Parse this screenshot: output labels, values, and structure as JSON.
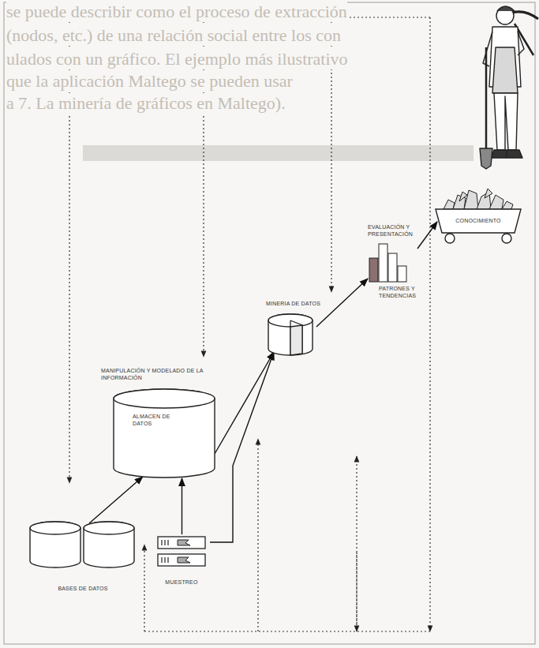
{
  "diagram": {
    "nodes": [
      {
        "text": [
          "BASES DE DATOS"
        ]
      },
      {
        "text": [
          "MUESTREO"
        ]
      },
      {
        "text": [
          "MANIPULACIÓN Y MODELADO DE LA INFORMACIÓN",
          "ALMACEN DE DATOS"
        ]
      },
      {
        "text": [
          "MINERIA DE DATOS"
        ]
      },
      {
        "text": [
          "EVALUACIÓN Y PRESENTACIÓN",
          "PATRONES Y TENDENCIAS"
        ]
      },
      {
        "text": [
          "CONOCIMIENTO"
        ]
      }
    ],
    "edges": [
      {
        "from": 0,
        "to": 2,
        "arrow": "to"
      },
      {
        "from": 1,
        "to": 2,
        "arrow": "to"
      },
      {
        "from": 2,
        "to": 3,
        "arrow": "to"
      },
      {
        "from": 1,
        "to": 3,
        "arrow": "to"
      },
      {
        "from": 3,
        "to": 4,
        "arrow": "to"
      },
      {
        "from": 4,
        "to": 5,
        "arrow": "to"
      }
    ],
    "labels": [
      "se puede describir como el proceso de extracción",
      "(nodos, etc.) de una relación social entre los con",
      "ulados con un gráfico. El ejemplo más ilustrativo",
      "que la aplicación Maltego se pueden usar",
      "a 7. La minería de gráficos en Maltego)."
    ]
  }
}
